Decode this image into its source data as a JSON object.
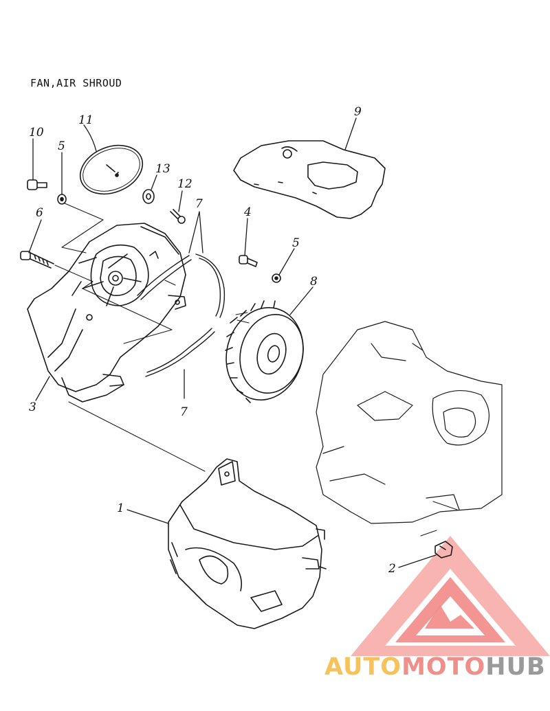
{
  "title": "FAN,AIR SHROUD",
  "callouts": [
    {
      "id": "c1",
      "label": "1"
    },
    {
      "id": "c2",
      "label": "2"
    },
    {
      "id": "c3",
      "label": "3"
    },
    {
      "id": "c4",
      "label": "4"
    },
    {
      "id": "c5a",
      "label": "5"
    },
    {
      "id": "c5b",
      "label": "5"
    },
    {
      "id": "c6",
      "label": "6"
    },
    {
      "id": "c7a",
      "label": "7"
    },
    {
      "id": "c7b",
      "label": "7"
    },
    {
      "id": "c8",
      "label": "8"
    },
    {
      "id": "c9",
      "label": "9"
    },
    {
      "id": "c10",
      "label": "10"
    },
    {
      "id": "c11",
      "label": "11"
    },
    {
      "id": "c12",
      "label": "12"
    },
    {
      "id": "c13",
      "label": "13"
    }
  ],
  "watermark": {
    "part1": "AUTO",
    "part2": "MOTO",
    "part3": "HUB",
    "colors": {
      "auto": "#f6c35a",
      "moto": "#ef8f8b",
      "hub": "#9a9a9a",
      "triangle": "#f28b87"
    }
  }
}
